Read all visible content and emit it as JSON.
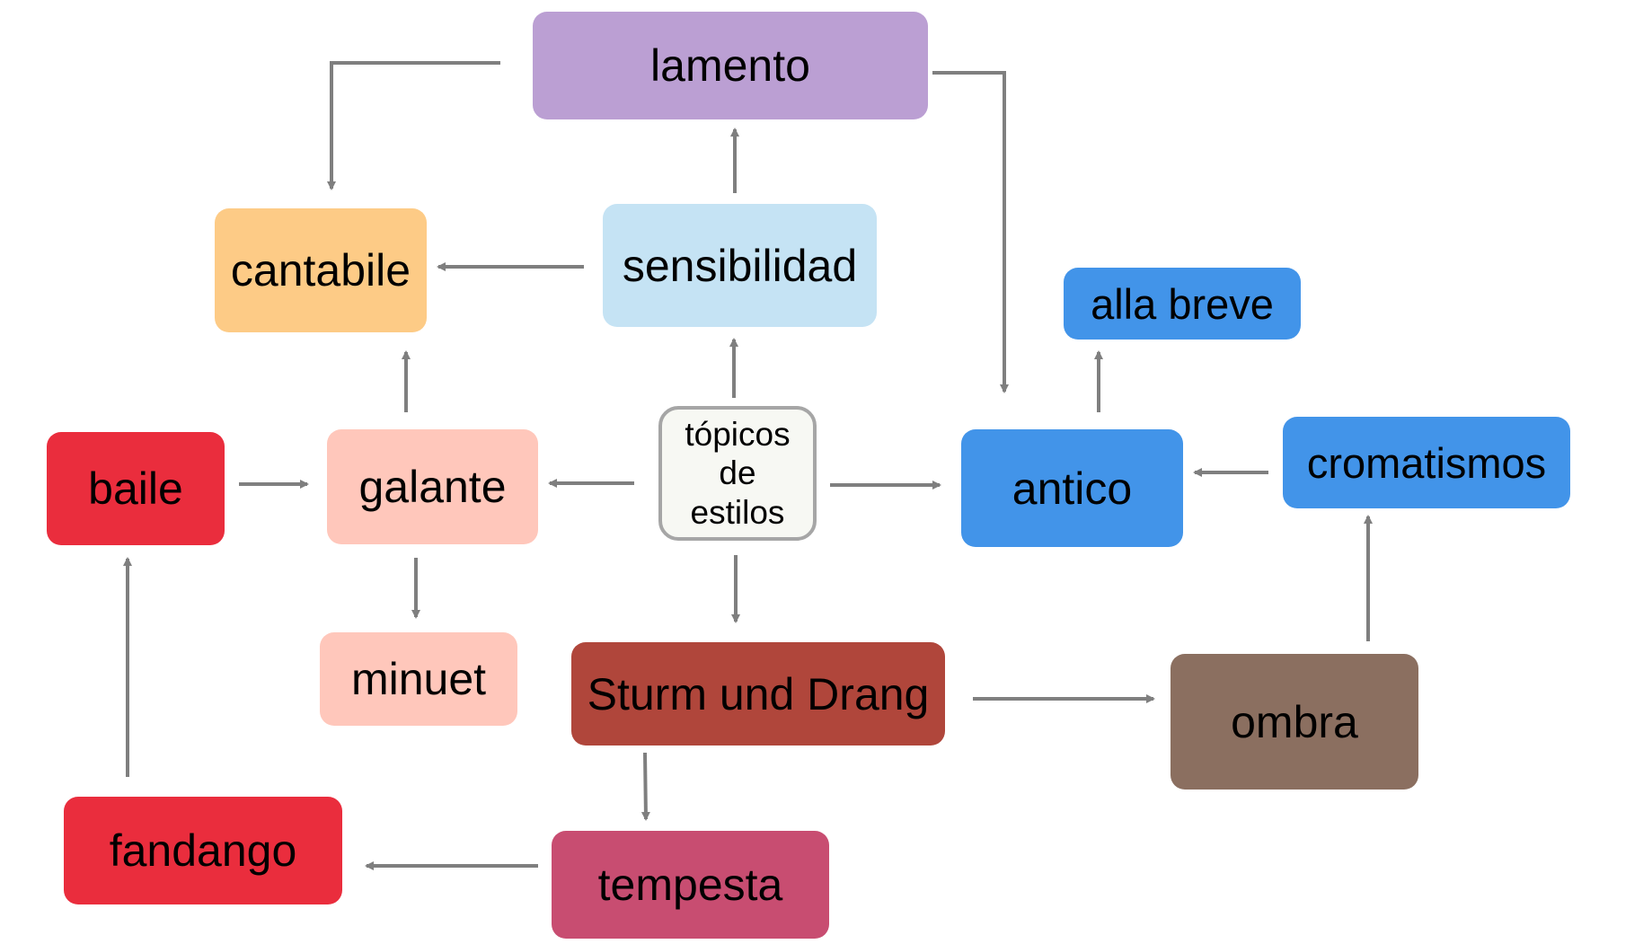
{
  "diagram": {
    "colors": {
      "purple": "#bb9fd3",
      "light_blue": "#c5e3f4",
      "orange": "#fdcb86",
      "blue": "#4294e9",
      "pink_light": "#ffc7bb",
      "red": "#ea2d3d",
      "brown_red": "#b0463b",
      "rose": "#c84d71",
      "brown": "#8b6f60",
      "center_fill": "#f7f8f3",
      "center_border": "#a6a6a6",
      "arrow": "#7f7f7f"
    },
    "nodes": {
      "lamento": "lamento",
      "sensibilidad": "sensibilidad",
      "cantabile": "cantabile",
      "alla_breve": "alla breve",
      "topicos": "tópicos de estilos",
      "baile": "baile",
      "galante": "galante",
      "antico": "antico",
      "cromatismos": "cromatismos",
      "minuet": "minuet",
      "sturm": "Sturm und Drang",
      "ombra": "ombra",
      "fandango": "fandango",
      "tempesta": "tempesta"
    }
  }
}
